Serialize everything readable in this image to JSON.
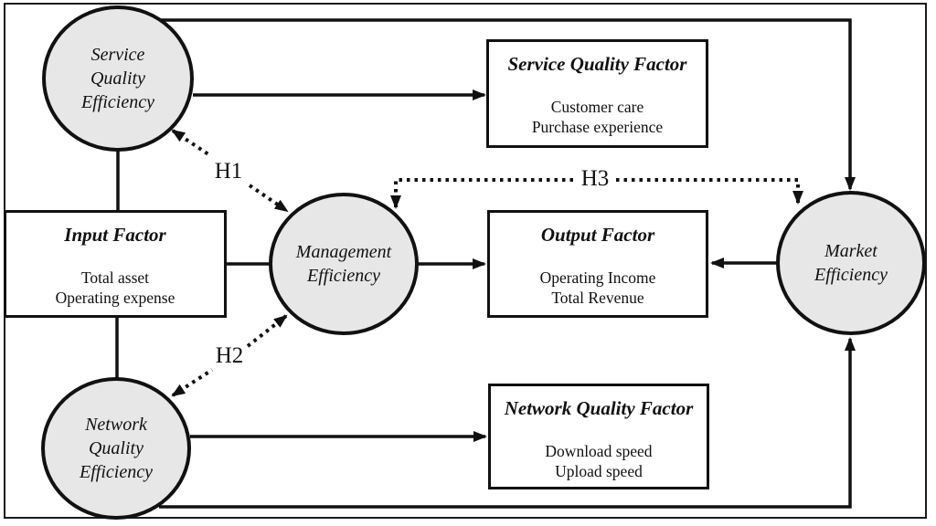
{
  "colors": {
    "node_fill": "#e7e7e7",
    "line": "#111111",
    "background": "#ffffff"
  },
  "nodes": {
    "service": {
      "label": "Service\nQuality\nEfficiency"
    },
    "network": {
      "label": "Network\nQuality\nEfficiency"
    },
    "management": {
      "label": "Management\nEfficiency"
    },
    "market": {
      "label": "Market\nEfficiency"
    }
  },
  "factors": {
    "input": {
      "title": "Input Factor",
      "items": "Total asset\nOperating expense"
    },
    "service_quality": {
      "title": "Service Quality Factor",
      "items": "Customer care\nPurchase experience"
    },
    "output": {
      "title": "Output Factor",
      "items": "Operating Income\nTotal Revenue"
    },
    "network_quality": {
      "title": "Network Quality Factor",
      "items": "Download speed\nUpload speed"
    }
  },
  "hypotheses": {
    "h1": "H1",
    "h2": "H2",
    "h3": "H3"
  }
}
